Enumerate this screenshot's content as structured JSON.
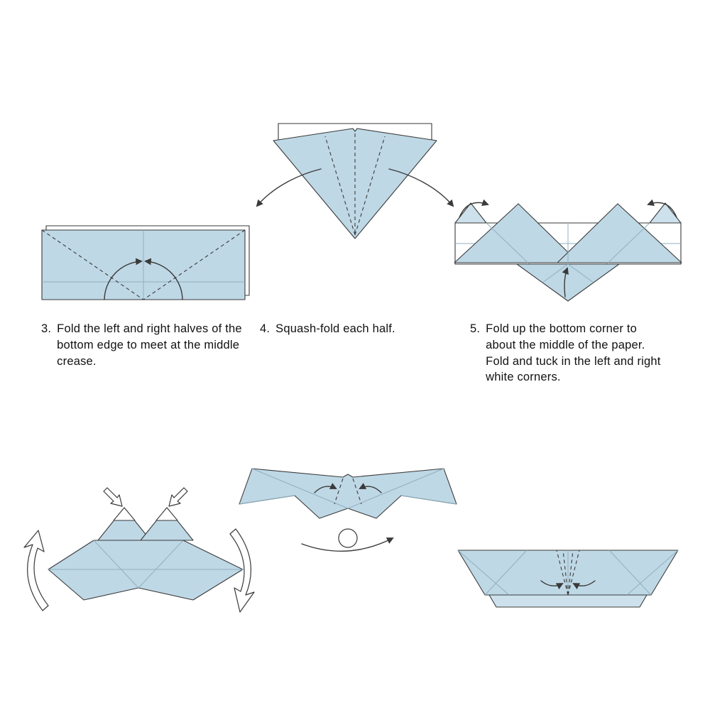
{
  "page": {
    "background_color": "#ffffff"
  },
  "palette": {
    "paper_blue": "#bfd8e6",
    "paper_blue_light": "#cde1ec",
    "outline": "#3a3a3a",
    "crease_light": "#8fb0c0",
    "text": "#111111",
    "white": "#ffffff"
  },
  "steps": [
    {
      "number": "3.",
      "text": "Fold the left and right halves of the bottom edge to meet at the middle crease."
    },
    {
      "number": "4.",
      "text": "Squash-fold each half."
    },
    {
      "number": "5.",
      "text": "Fold up the bottom corner to about the middle of the paper. Fold and tuck in the left and right white corners."
    }
  ]
}
